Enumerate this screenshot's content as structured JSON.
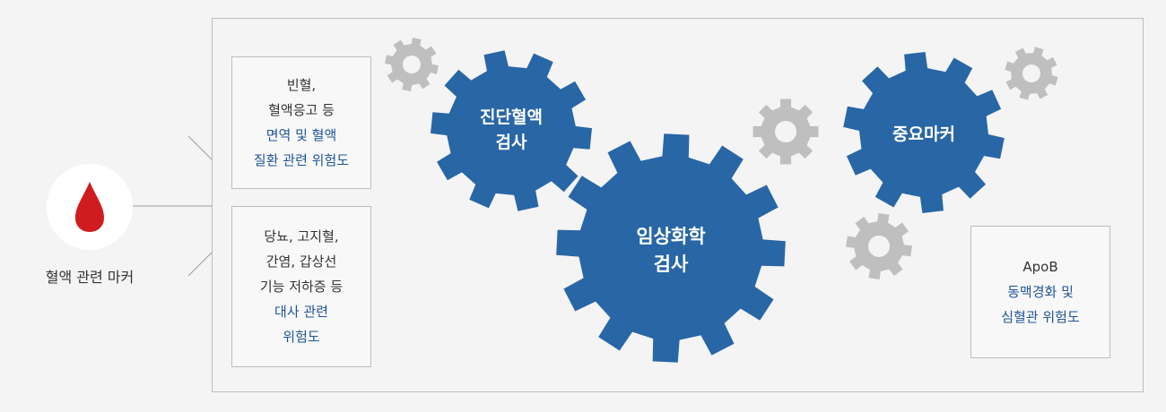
{
  "blood_marker": {
    "label": "혈액 관련 마커",
    "icon": "blood-drop-icon",
    "drop_color": "#d01c1f"
  },
  "boxes": {
    "anemia": {
      "lines_dark": [
        "빈혈,",
        "혈액응고 등"
      ],
      "lines_blue": [
        "면역 및 혈액",
        "질환 관련 위험도"
      ]
    },
    "metabolic": {
      "lines_dark": [
        "당뇨, 고지혈,",
        "간염, 갑상선",
        "기능 저하증 등"
      ],
      "lines_blue": [
        "대사 관련",
        "위험도"
      ]
    },
    "apob": {
      "lines_dark": [
        "ApoB"
      ],
      "lines_blue": [
        "동맥경화 및",
        "심혈관 위험도"
      ]
    }
  },
  "gears": {
    "diagnostic": {
      "lines": [
        "진단혈액",
        "검사"
      ]
    },
    "clinical": {
      "lines": [
        "임상화학",
        "검사"
      ]
    },
    "key_marker": {
      "lines": [
        "중요마커"
      ]
    }
  },
  "colors": {
    "gear_blue": "#2866a6",
    "gear_gray": "#bfbfbf",
    "text_blue": "#1f5597",
    "line_gray": "#9e9e9e"
  }
}
